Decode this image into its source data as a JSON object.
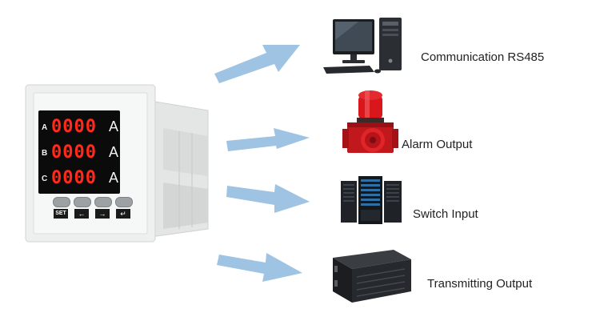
{
  "meter": {
    "phases": [
      {
        "phase": "A",
        "value": "0000",
        "unit": "A"
      },
      {
        "phase": "B",
        "value": "0000",
        "unit": "A"
      },
      {
        "phase": "C",
        "value": "0000",
        "unit": "A"
      }
    ],
    "buttons": [
      {
        "icon": "set",
        "label": "SET"
      },
      {
        "icon": "arrow-left-icon",
        "label": ""
      },
      {
        "icon": "arrow-right-icon",
        "label": ""
      },
      {
        "icon": "enter-icon",
        "label": ""
      }
    ],
    "display_color": "#ff2a1a"
  },
  "outputs": [
    {
      "label": "Communication RS485",
      "icon": "computer-icon"
    },
    {
      "label": "Alarm Output",
      "icon": "alarm-siren-icon"
    },
    {
      "label": "Switch Input",
      "icon": "server-rack-icon"
    },
    {
      "label": "Transmitting Output",
      "icon": "rack-chassis-icon"
    }
  ],
  "colors": {
    "arrow": "#9ec3e3"
  }
}
